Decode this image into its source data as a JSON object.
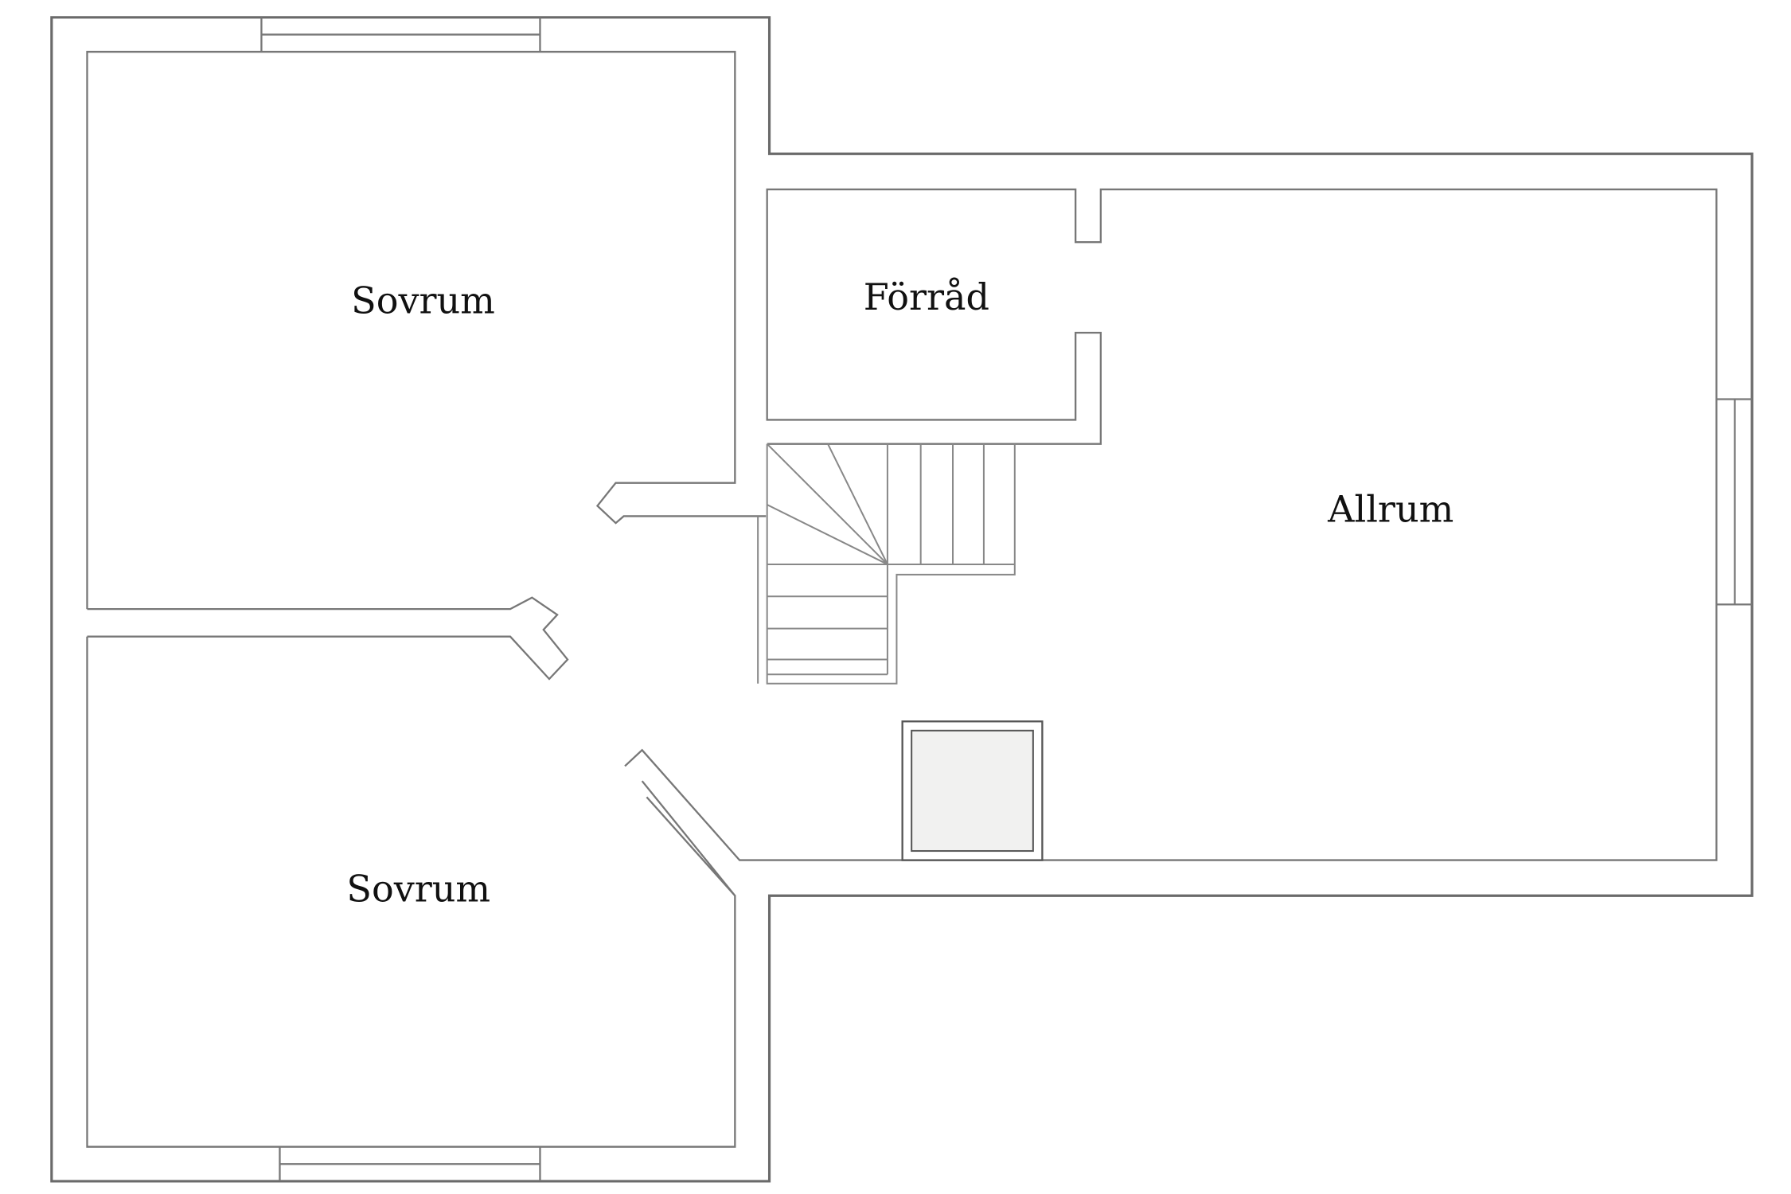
{
  "rooms": [
    {
      "id": "sovrum-top",
      "label": "Sovrum"
    },
    {
      "id": "forrad",
      "label": "Förråd"
    },
    {
      "id": "allrum",
      "label": "Allrum"
    },
    {
      "id": "sovrum-bottom",
      "label": "Sovrum"
    }
  ],
  "colors": {
    "background": "#ffffff",
    "wall": "#6a6a6a",
    "label": "#111111",
    "chimney_fill": "#f1f1f0"
  }
}
